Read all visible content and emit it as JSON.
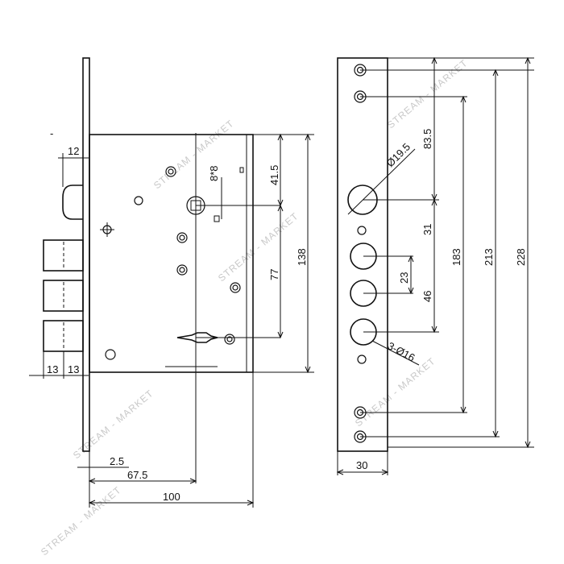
{
  "side_view": {
    "dimensions": {
      "latch_width": "12",
      "keyhole": "8*8",
      "top_offset": "41.5",
      "spindle_to_key": "77",
      "body_height": "138",
      "bolt_a": "13",
      "bolt_b": "13",
      "faceplate": "2.5",
      "backset": "67.5",
      "body_depth": "100"
    },
    "stray_mark": "-"
  },
  "front_view": {
    "dimensions": {
      "top_to_cylinder": "83.5",
      "cylinder_dia": "Ø19.5",
      "cylinder_to_bolt": "31",
      "screw_spacing": "183",
      "inner_screws": "213",
      "plate_length": "228",
      "bolt_pitch": "23",
      "bolt_span": "46",
      "bolt_dia": "3-Ø16",
      "plate_width": "30"
    }
  },
  "watermark": "STREAM - MARKET"
}
